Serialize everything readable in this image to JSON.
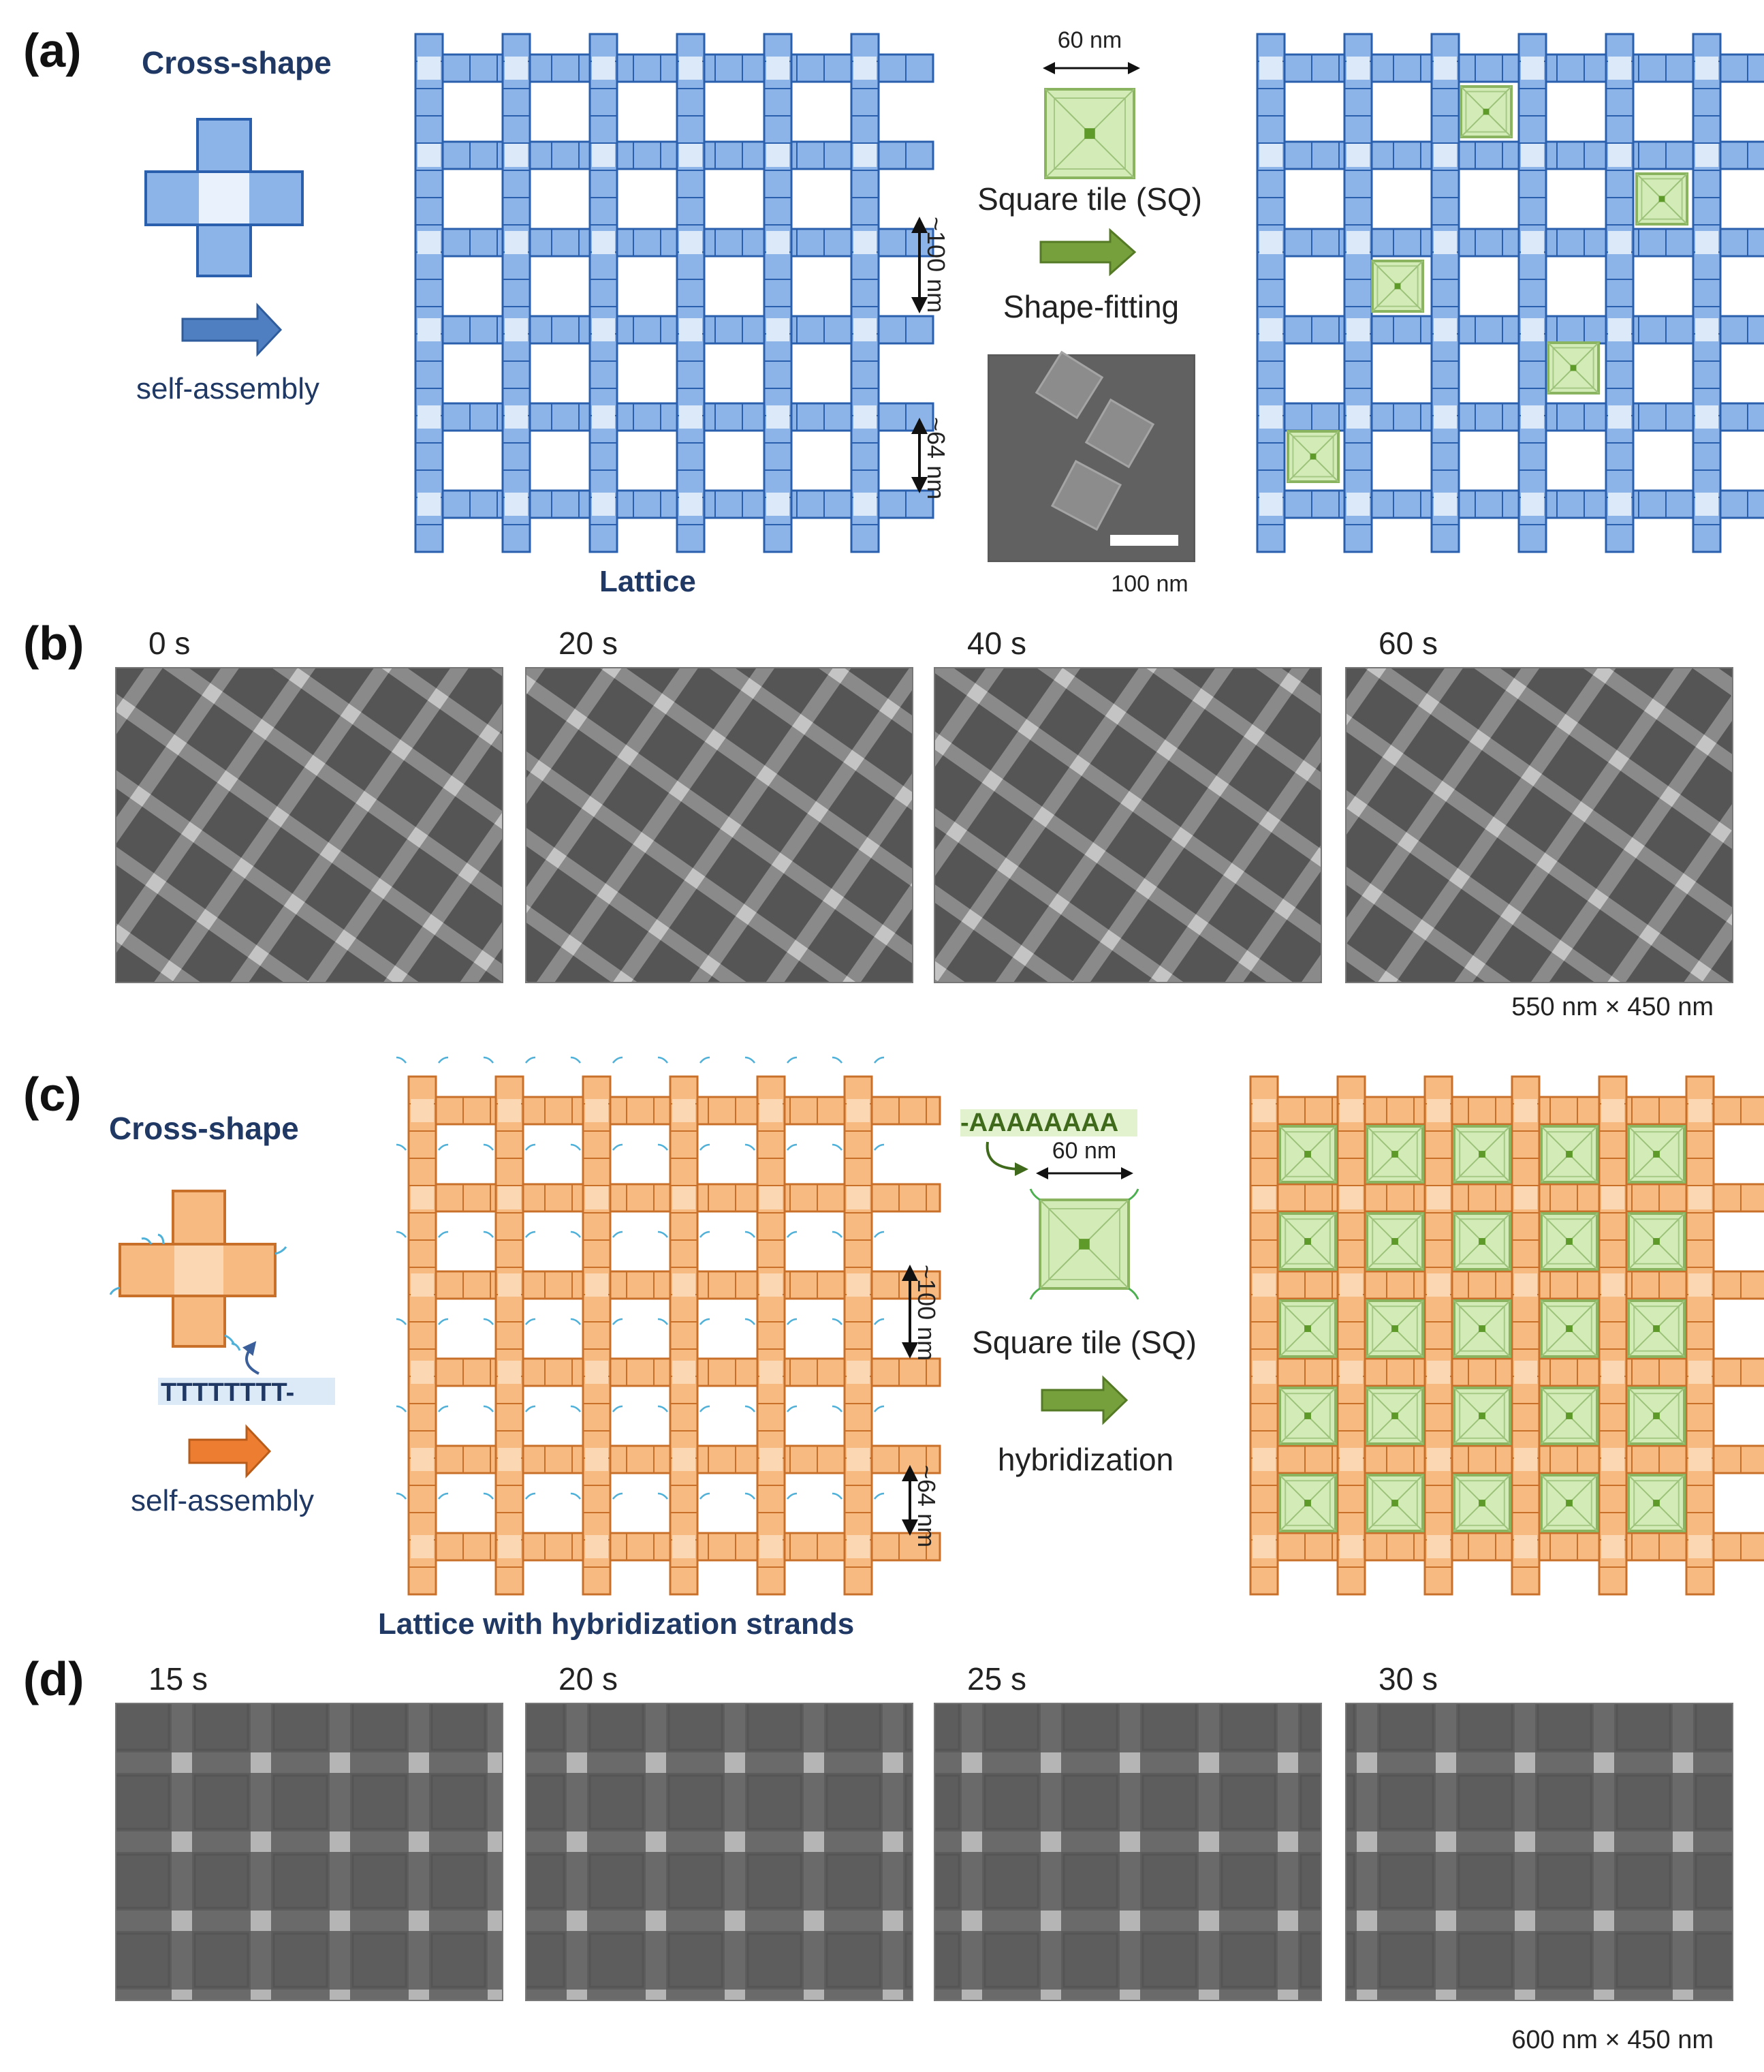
{
  "panel_labels": [
    "(a)",
    "(b)",
    "(c)",
    "(d)"
  ],
  "panel_a": {
    "cross_shape_title": "Cross-shape",
    "arrow_label": "self-assembly",
    "lattice_caption": "Lattice",
    "dim_100": "~100 nm",
    "dim_64": "~64 nm",
    "tile_size": "60 nm",
    "tile_name": "Square tile (SQ)",
    "process": "Shape-fitting",
    "scalebar": "100 nm",
    "colors": {
      "lattice": "#8db4e8",
      "lattice_edge": "#2a5fae",
      "tile": "#d3ecb7",
      "tile_edge": "#8ab460",
      "arrow_blue": "#4f7fc0",
      "arrow_green": "#76a03c"
    }
  },
  "panel_b": {
    "times": [
      "0 s",
      "20 s",
      "40 s",
      "60 s"
    ],
    "field_size": "550 nm × 450 nm"
  },
  "panel_c": {
    "cross_shape_title": "Cross-shape",
    "strand_t": "TTTTTTTT-",
    "strand_a": "-AAAAAAAA",
    "arrow_label": "self-assembly",
    "lattice_caption": "Lattice with hybridization strands",
    "dim_100": "~100 nm",
    "dim_64": "~64 nm",
    "tile_size": "60 nm",
    "tile_name": "Square tile (SQ)",
    "process": "hybridization",
    "colors": {
      "lattice": "#f7bb82",
      "lattice_edge": "#c8702a",
      "strand": "#4fb0d8",
      "arrow_orange": "#ed7d31"
    }
  },
  "panel_d": {
    "times": [
      "15 s",
      "20 s",
      "25 s",
      "30 s"
    ],
    "field_size": "600 nm × 450 nm"
  }
}
